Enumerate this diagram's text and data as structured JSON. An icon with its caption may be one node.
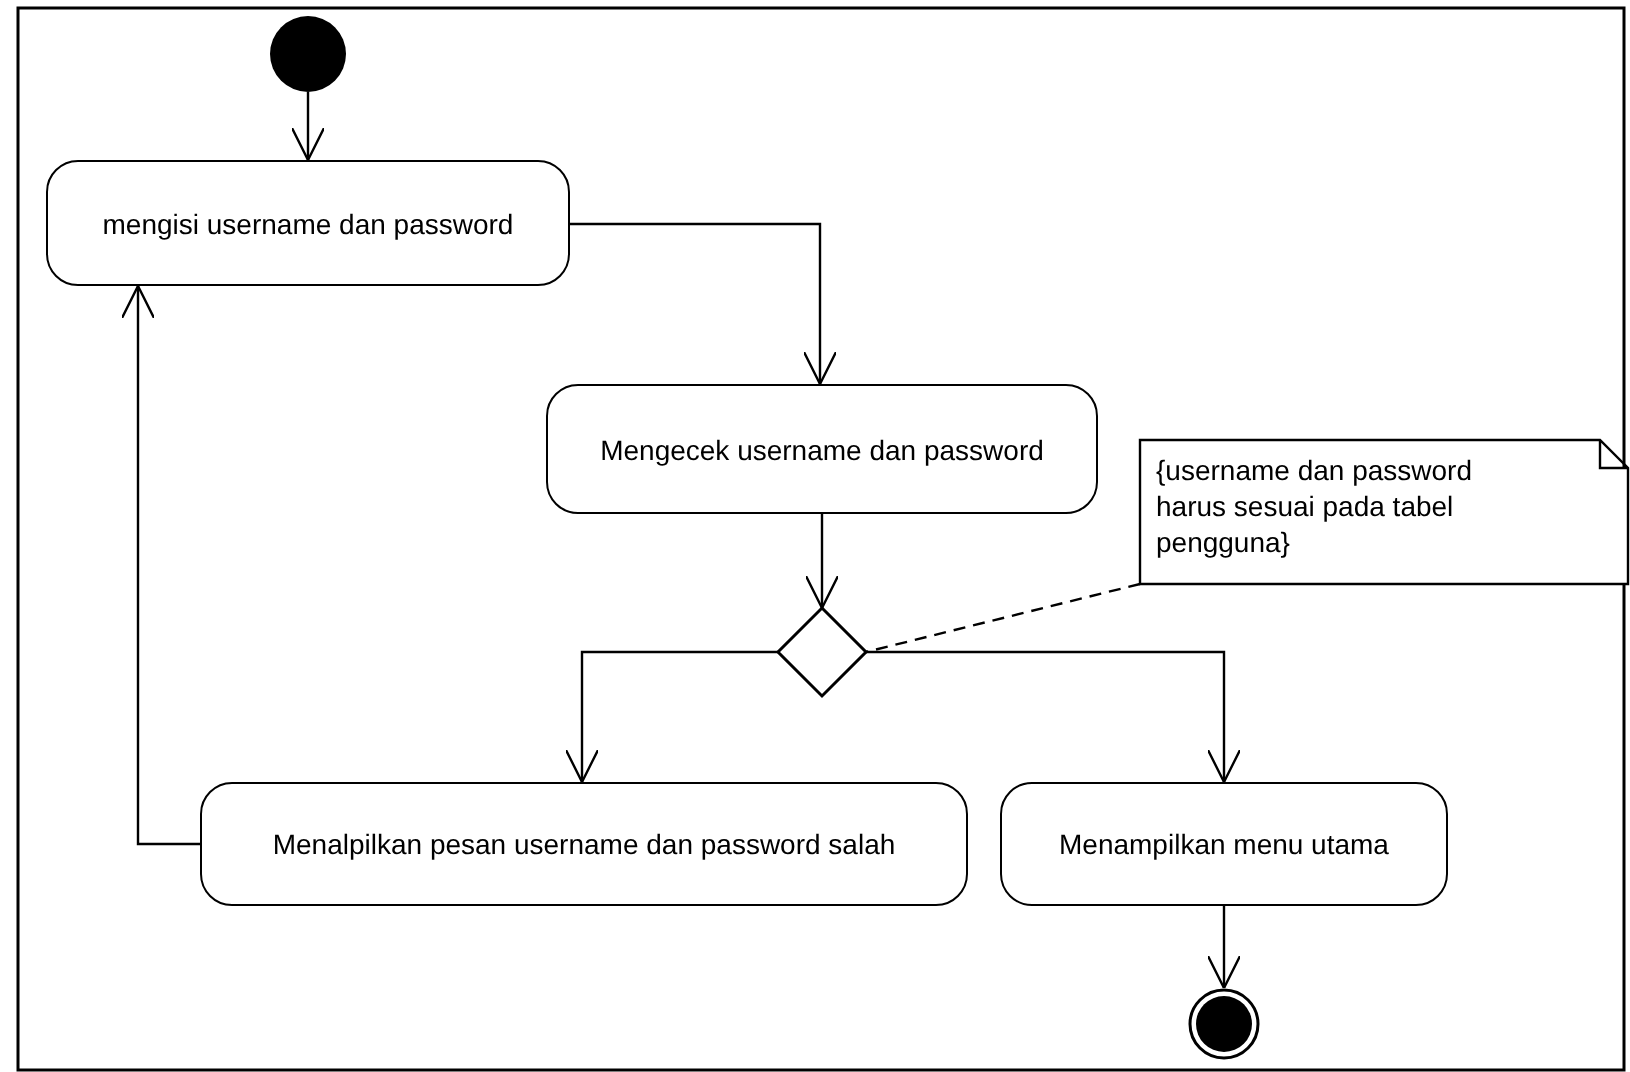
{
  "diagram": {
    "nodes": [
      {
        "text": [],
        "shape": "circle"
      },
      {
        "text": [
          "mengisi username dan password"
        ]
      },
      {
        "text": [
          "Mengecek username dan password"
        ]
      },
      {
        "text": [],
        "shape": "diamond"
      },
      {
        "text": [
          "Menalpilkan pesan username dan password salah"
        ]
      },
      {
        "text": [
          "Menampilkan menu utama"
        ]
      },
      {
        "text": [],
        "shape": "circle"
      },
      {
        "text": [
          "{username dan password harus sesuai pada tabel pengguna}"
        ]
      }
    ],
    "edges": [
      {
        "from": 0,
        "to": 1,
        "arrow": "to"
      },
      {
        "from": 1,
        "to": 2,
        "arrow": "to"
      },
      {
        "from": 2,
        "to": 3,
        "arrow": "to"
      },
      {
        "from": 3,
        "to": 4,
        "arrow": "to"
      },
      {
        "from": 3,
        "to": 5,
        "arrow": "to"
      },
      {
        "from": 5,
        "to": 6,
        "arrow": "to"
      },
      {
        "from": 4,
        "to": 1,
        "arrow": "to"
      },
      {
        "from": 7,
        "to": 3,
        "arrow": "none",
        "style": "dashed"
      }
    ]
  }
}
